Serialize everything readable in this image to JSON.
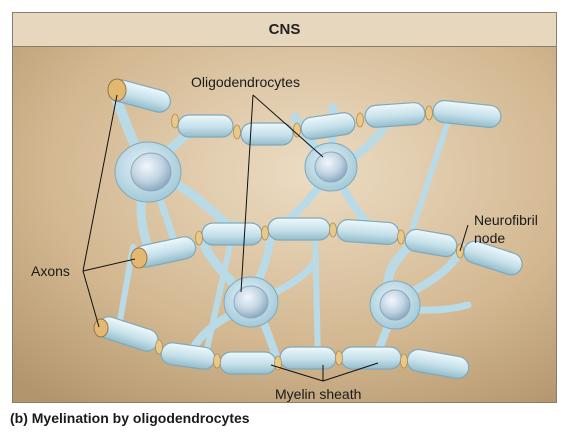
{
  "figure": {
    "header": "CNS",
    "labels": {
      "oligodendrocytes": "Oligodendrocytes",
      "axons": "Axons",
      "neurofibril_line1": "Neurofibril",
      "neurofibril_line2": "node",
      "myelin_sheath": "Myelin sheath"
    },
    "caption": "(b) Myelination by oligodendrocytes"
  },
  "colors": {
    "background_light": "#e9d7bd",
    "background_dark": "#b89a72",
    "header_band": "#e7d7bf",
    "myelin_fill": "#cfe6ef",
    "myelin_edge": "#7fa9ba",
    "node_color": "#e8c98a",
    "nucleus": "#a9c4d6"
  }
}
